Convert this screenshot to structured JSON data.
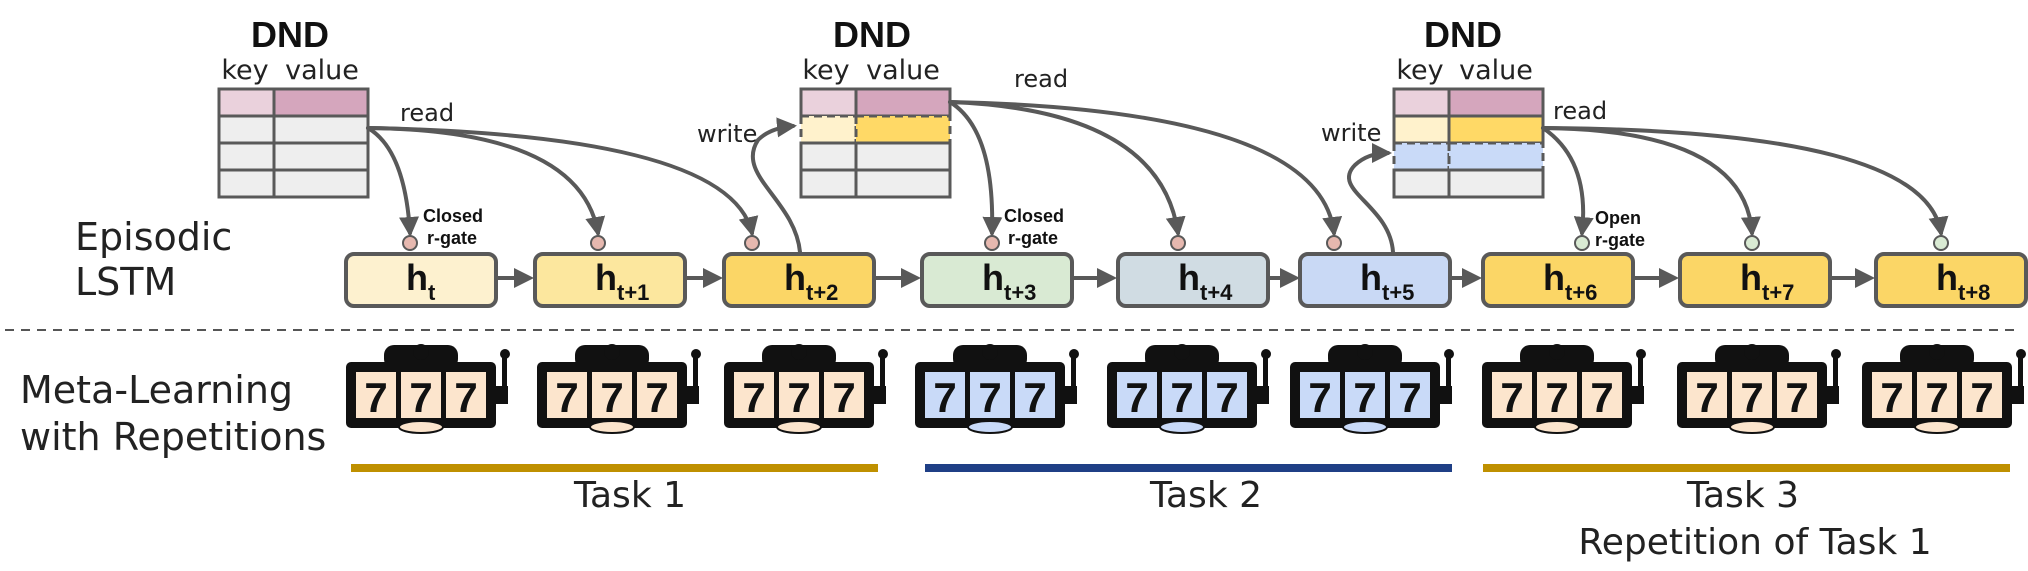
{
  "labels": {
    "episodic_line1": "Episodic",
    "episodic_line2": "LSTM",
    "meta_line1": "Meta-Learning",
    "meta_line2": "with Repetitions"
  },
  "dnd_blocks": [
    {
      "title": "DND",
      "key": "key",
      "value": "value",
      "read": "read",
      "write": ""
    },
    {
      "title": "DND",
      "key": "key",
      "value": "value",
      "read": "read",
      "write": "write"
    },
    {
      "title": "DND",
      "key": "key",
      "value": "value",
      "read": "read",
      "write": "write"
    }
  ],
  "gates": [
    {
      "line1": "Closed",
      "line2": "r-gate"
    },
    {
      "line1": "Closed",
      "line2": "r-gate"
    },
    {
      "line1": "Open",
      "line2": "r-gate"
    }
  ],
  "states": [
    {
      "main": "h",
      "sub": "t",
      "fill": "#fdf1cf"
    },
    {
      "main": "h",
      "sub": "t+1",
      "fill": "#fce79e"
    },
    {
      "main": "h",
      "sub": "t+2",
      "fill": "#fbd666"
    },
    {
      "main": "h",
      "sub": "t+3",
      "fill": "#d9ead3"
    },
    {
      "main": "h",
      "sub": "t+4",
      "fill": "#d0dce3"
    },
    {
      "main": "h",
      "sub": "t+5",
      "fill": "#c9d9f5"
    },
    {
      "main": "h",
      "sub": "t+6",
      "fill": "#fbd666"
    },
    {
      "main": "h",
      "sub": "t+7",
      "fill": "#fbd666"
    },
    {
      "main": "h",
      "sub": "t+8",
      "fill": "#fbd666"
    }
  ],
  "slot_machines": [
    {
      "digits": "777",
      "task": 1
    },
    {
      "digits": "777",
      "task": 1
    },
    {
      "digits": "777",
      "task": 1
    },
    {
      "digits": "777",
      "task": 2
    },
    {
      "digits": "777",
      "task": 2
    },
    {
      "digits": "777",
      "task": 2
    },
    {
      "digits": "777",
      "task": 3
    },
    {
      "digits": "777",
      "task": 3
    },
    {
      "digits": "777",
      "task": 3
    }
  ],
  "tasks": [
    {
      "label": "Task 1",
      "sublabel": "",
      "color": "#bf9000"
    },
    {
      "label": "Task 2",
      "sublabel": "",
      "color": "#1f3f86"
    },
    {
      "label": "Task 3",
      "sublabel": "Repetition of Task 1",
      "color": "#bf9000"
    }
  ],
  "colors": {
    "arrow": "#595959",
    "key_pink": "#ead1dc",
    "value_pink": "#d5a6bd",
    "cell_grey": "#eeeeee",
    "key_yellow": "#fff2cc",
    "value_yellow": "#ffd966",
    "cell_blue": "#c9daf8",
    "gate_closed": "#e6b8af",
    "gate_open": "#d9ead3",
    "machine_body": "#111111",
    "reel_peach": "#fce5cd",
    "reel_blue": "#c9daf8"
  }
}
